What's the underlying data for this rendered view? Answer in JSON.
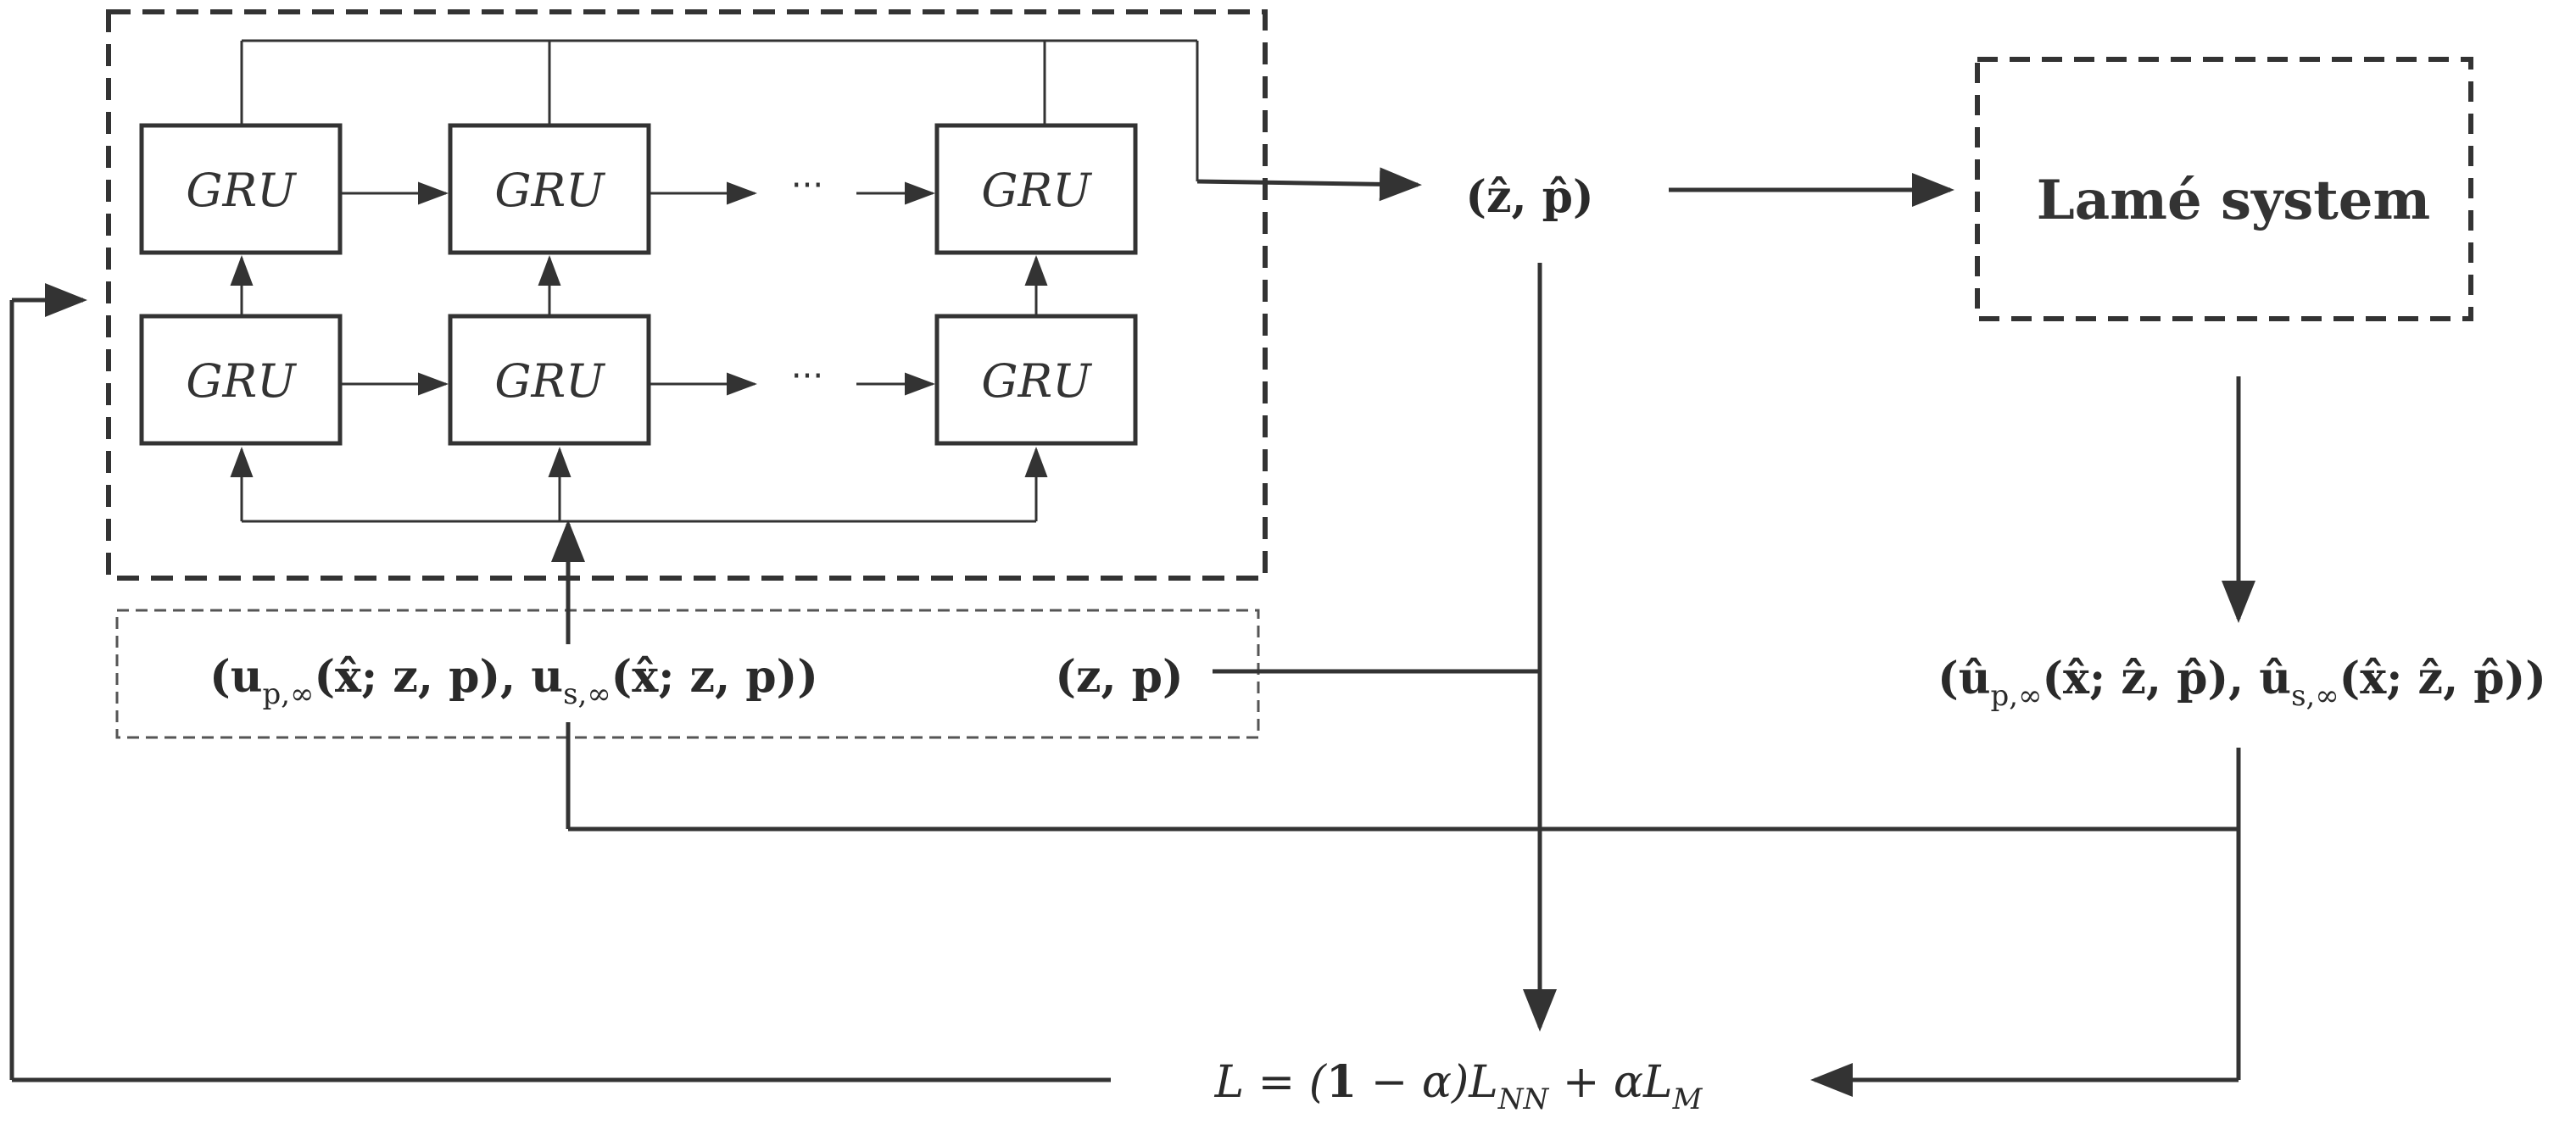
{
  "diagram": {
    "gru_label": "GRU",
    "ellipsis": "···",
    "output_label": "(ẑ, p̂)",
    "lame_label": "Lamé system",
    "input_data_label": "(u_{p,∞}(x̂; z, p), u_{s,∞}(x̂; z, p))",
    "input_data": {
      "u": "u",
      "p_inf": "p,∞",
      "args1": "(x̂; z, p), ",
      "s_inf": "s,∞",
      "args2": "(x̂; z, p))",
      "open": "("
    },
    "truth_label": "(z, p)",
    "predicted_data_label": "(û_{p,∞}(x̂; ẑ, p̂), û_{s,∞}(x̂; ẑ, p̂))",
    "predicted_data": {
      "open": "(",
      "u": "û",
      "p_inf": "p,∞",
      "args1": "(x̂; ẑ, p̂), ",
      "s_inf": "s,∞",
      "args2": "(x̂; ẑ, p̂))"
    },
    "loss_label": "L = (1 − α)L_{NN} + αL_M",
    "loss": {
      "lhs": "L = (",
      "one": "1",
      "minus": " − α)L",
      "nn": "NN",
      "plus": " + αL",
      "m": "M"
    }
  },
  "colors": {
    "stroke": "#333333",
    "text": "#2a2a2a",
    "background": "#ffffff"
  }
}
